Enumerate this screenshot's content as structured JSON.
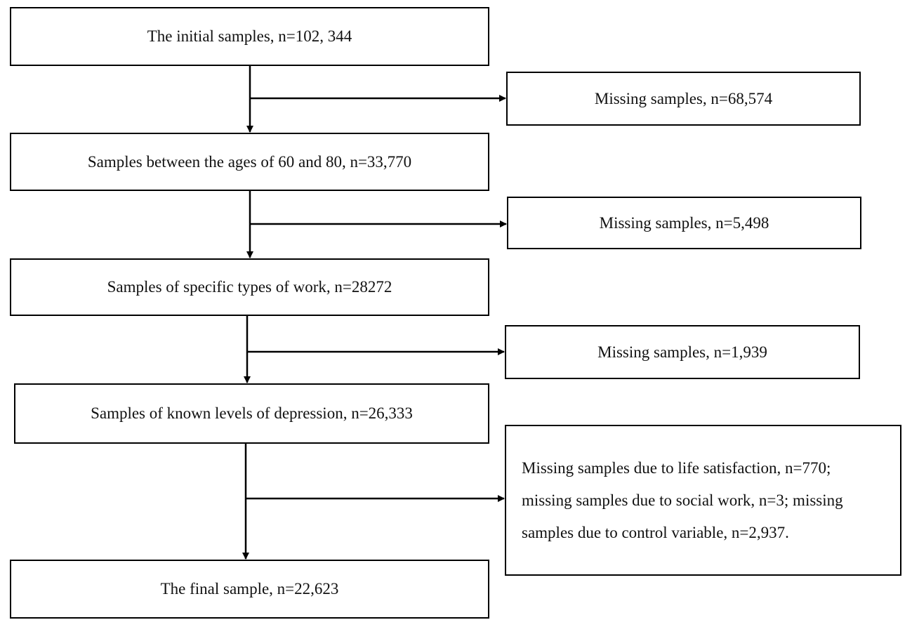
{
  "flowchart": {
    "steps": [
      {
        "label": "The initial samples, n=102, 344"
      },
      {
        "label": "Samples between the ages of 60 and 80, n=33,770"
      },
      {
        "label": "Samples of specific types of work, n=28272"
      },
      {
        "label": "Samples of known levels of depression, n=26,333"
      },
      {
        "label": "The final sample, n=22,623"
      }
    ],
    "exclusions": [
      {
        "label": "Missing samples, n=68,574"
      },
      {
        "label": "Missing samples, n=5,498"
      },
      {
        "label": "Missing samples, n=1,939"
      },
      {
        "lines": [
          "Missing samples due to life satisfaction, n=770;",
          "missing samples due to social work, n=3; missing",
          "samples due to control variable, n=2,937."
        ]
      }
    ]
  }
}
